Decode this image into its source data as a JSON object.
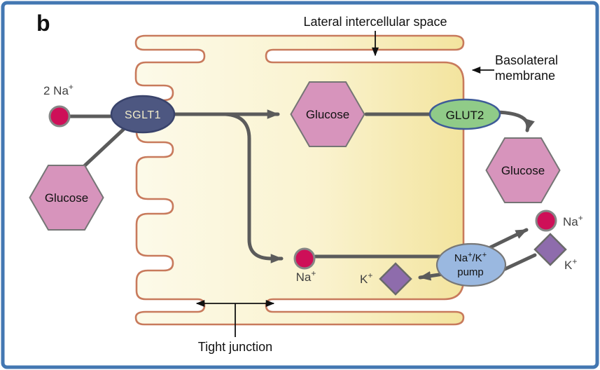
{
  "panel_label": "b",
  "annotations": {
    "lateral_space": "Lateral intercellular space",
    "basolateral_1": "Basolateral",
    "basolateral_2": "membrane",
    "tight_junction": "Tight junction"
  },
  "transporters": {
    "sglt1": "SGLT1",
    "glut2": "GLUT2",
    "pump_na": "Na",
    "pump_slash_k": "/K",
    "pump_word": "pump"
  },
  "molecules": {
    "glucose_lumen": "Glucose",
    "glucose_cytosol": "Glucose",
    "glucose_blood": "Glucose"
  },
  "ions": {
    "two_na": "2 Na",
    "na_cytosol": "Na",
    "na_blood": "Na",
    "k_cytosol": "K",
    "k_blood": "K",
    "plus": "+"
  },
  "colors": {
    "frame_blue": "#4377b2",
    "membrane": "#c87a5c",
    "cell_fill_light": "#fcfae9",
    "cell_fill_mid": "#faf3d0",
    "cell_fill_dark": "#f3e49e",
    "arrow_gray": "#5b5b5b",
    "sglt1_fill": "#4d5781",
    "sglt1_text": "#f2ecc9",
    "glut2_fill": "#90cb88",
    "glut2_border": "#3e5b98",
    "pump_fill": "#9ab8e0",
    "glucose_fill": "#d794bc",
    "na_fill": "#ce0f58",
    "k_fill": "#8e6cac",
    "ion_border": "#868686",
    "ion_text": "#414141",
    "label_black": "#111111"
  }
}
